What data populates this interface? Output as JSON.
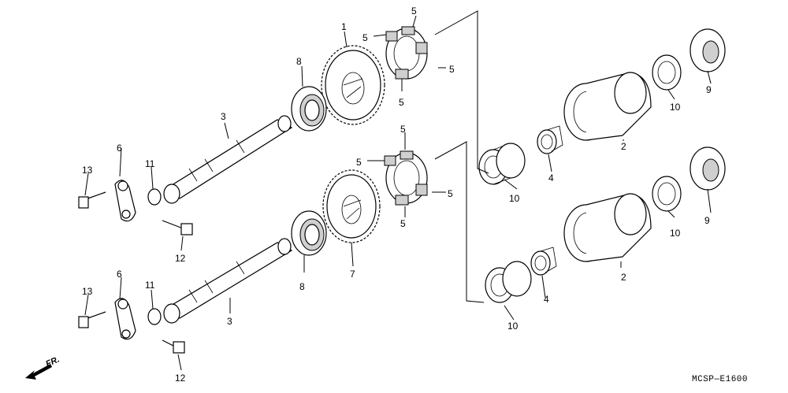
{
  "diagram": {
    "code": "MCSP—E1600",
    "fr_label": "FR.",
    "callouts": {
      "c1": "1",
      "c2a": "2",
      "c2b": "2",
      "c3a": "3",
      "c3b": "3",
      "c4a": "4",
      "c4b": "4",
      "c5a": "5",
      "c5b": "5",
      "c5c": "5",
      "c5d": "5",
      "c5e": "5",
      "c5f": "5",
      "c5g": "5",
      "c5h": "5",
      "c6a": "6",
      "c6b": "6",
      "c7": "7",
      "c8a": "8",
      "c8b": "8",
      "c9a": "9",
      "c9b": "9",
      "c10a": "10",
      "c10b": "10",
      "c10c": "10",
      "c10d": "10",
      "c11a": "11",
      "c11b": "11",
      "c12a": "12",
      "c12b": "12",
      "c13a": "13",
      "c13b": "13"
    }
  }
}
